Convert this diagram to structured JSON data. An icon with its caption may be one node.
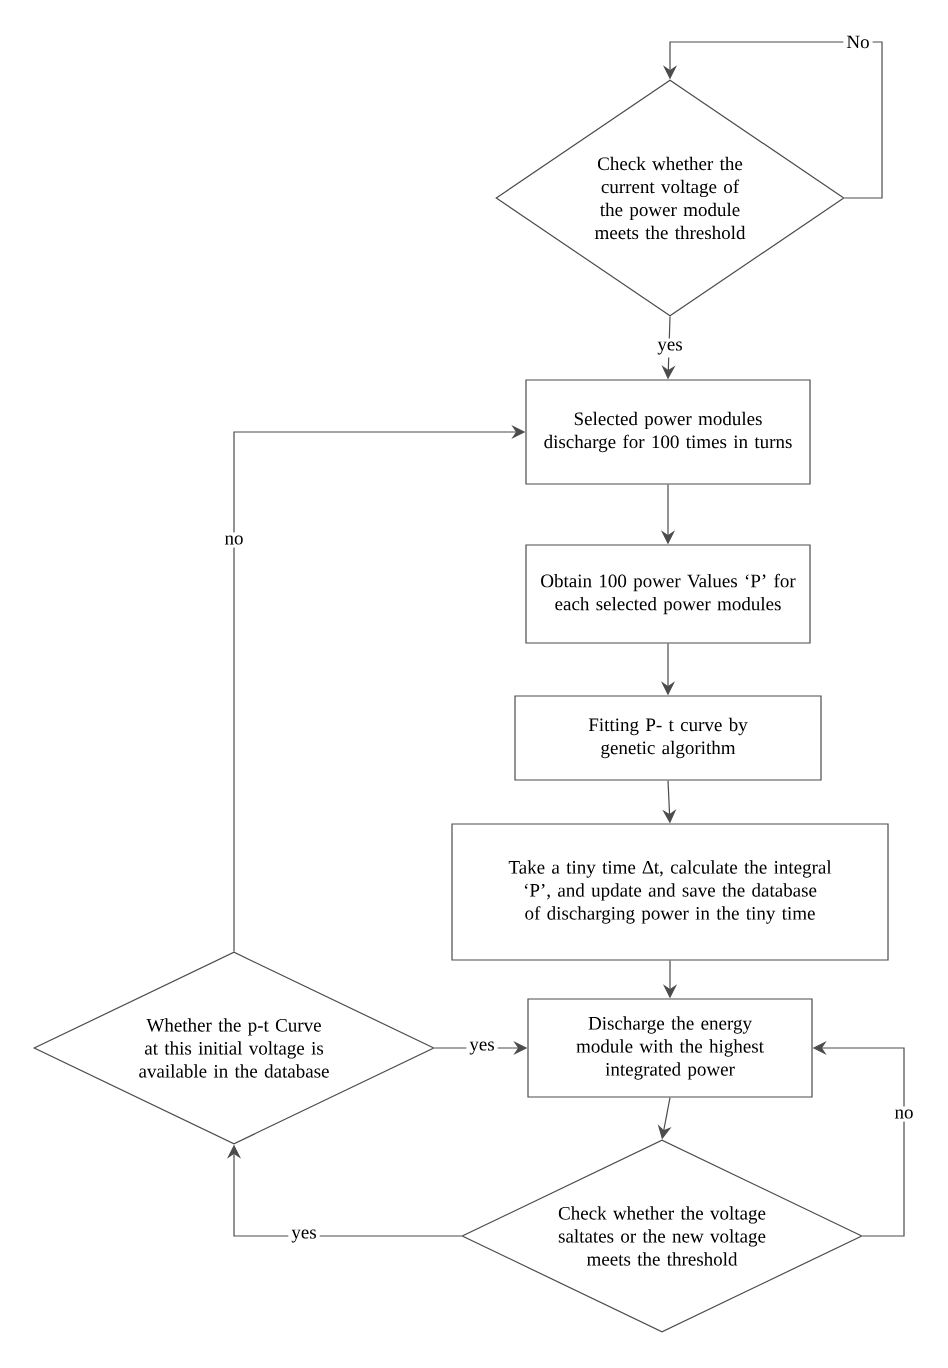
{
  "diagram": {
    "nodes": [
      {
        "text": [
          "Check whether the current voltage of the power module meets the threshold"
        ]
      },
      {
        "text": [
          "Selected power modules discharge for 100 times in turns"
        ]
      },
      {
        "text": [
          "Obtain 100 power Values ‘P’ for each selected power modules"
        ]
      },
      {
        "text": [
          "Fitting P- t curve by genetic algorithm"
        ]
      },
      {
        "text": [
          "Take a tiny time ∆t, calculate the integral ‘P’, and update and save the database of discharging power in the tiny time"
        ]
      },
      {
        "text": [
          "Discharge the energy module with the highest integrated power"
        ]
      },
      {
        "text": [
          "Check whether the voltage saltates or the new voltage meets the threshold"
        ]
      },
      {
        "text": [
          "Whether the p-t Curve at this initial voltage is available in the database"
        ]
      }
    ],
    "edges": [
      {
        "from": 0,
        "to": 0,
        "arrow": "to",
        "label": "No"
      },
      {
        "from": 0,
        "to": 1,
        "arrow": "to",
        "label": "yes"
      },
      {
        "from": 1,
        "to": 2,
        "arrow": "to"
      },
      {
        "from": 2,
        "to": 3,
        "arrow": "to"
      },
      {
        "from": 3,
        "to": 4,
        "arrow": "to"
      },
      {
        "from": 4,
        "to": 5,
        "arrow": "to"
      },
      {
        "from": 5,
        "to": 6,
        "arrow": "to"
      },
      {
        "from": 6,
        "to": 7,
        "arrow": "to",
        "label": "yes"
      },
      {
        "from": 6,
        "to": 5,
        "arrow": "to",
        "label": "no"
      },
      {
        "from": 7,
        "to": 5,
        "arrow": "to",
        "label": "yes"
      },
      {
        "from": 7,
        "to": 1,
        "arrow": "to",
        "label": "no"
      }
    ]
  }
}
